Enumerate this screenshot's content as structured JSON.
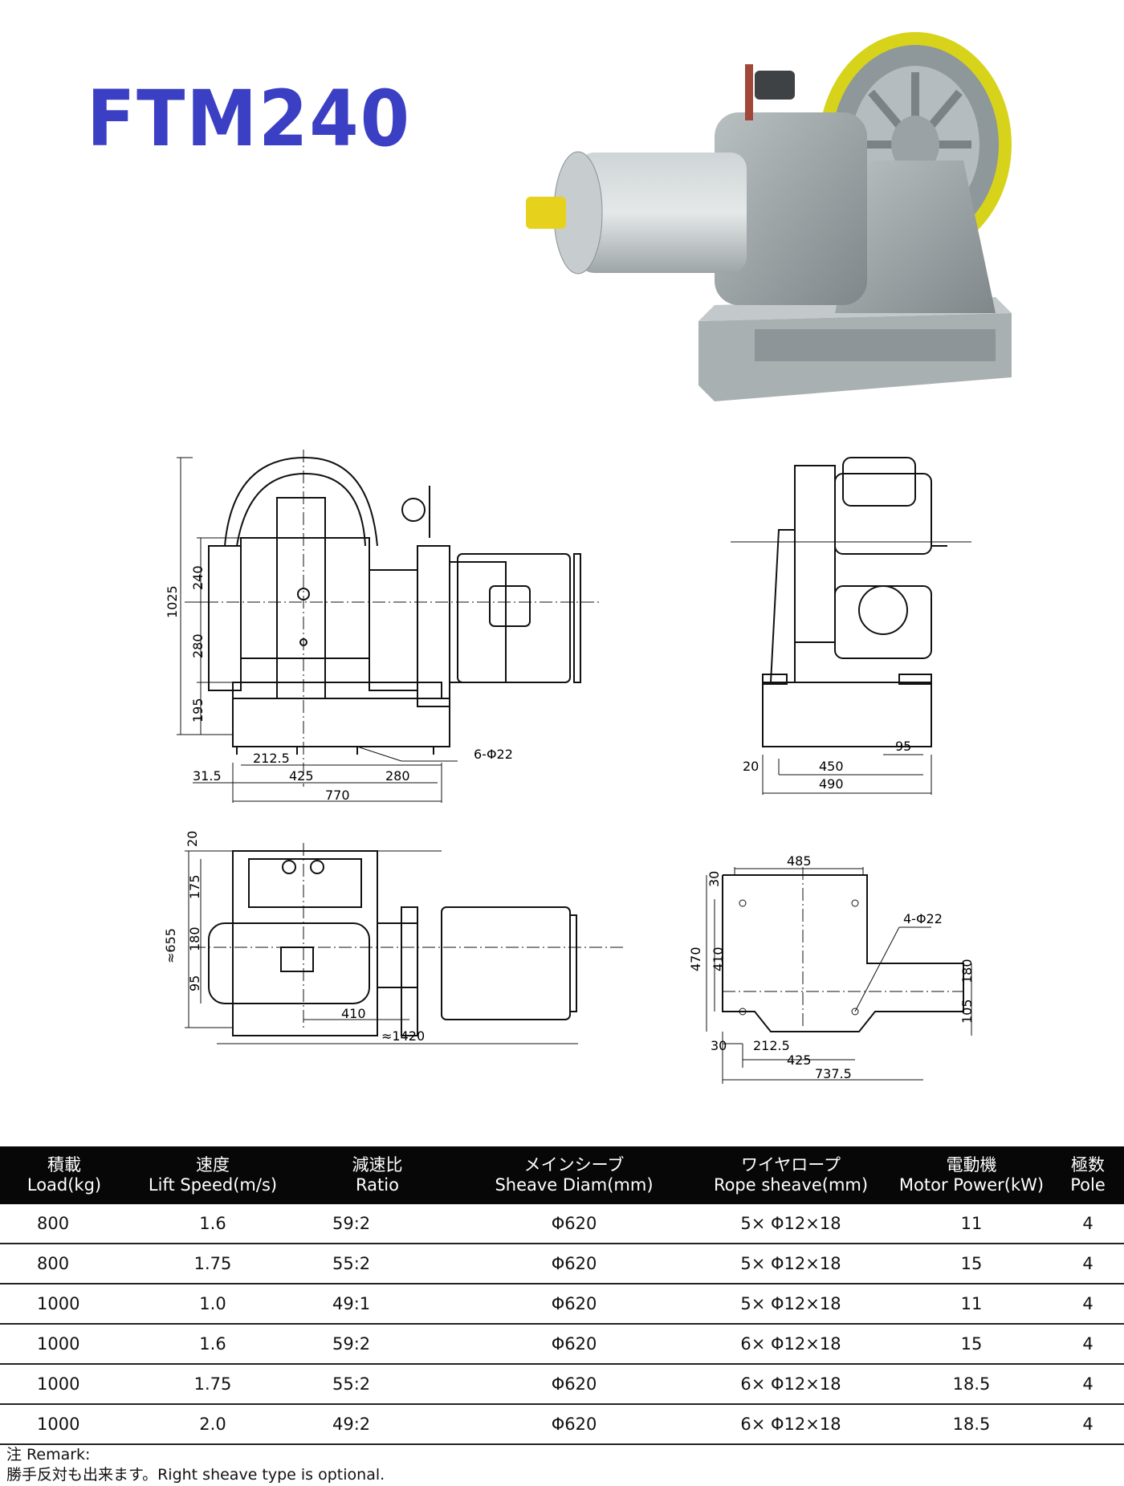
{
  "title": "FTM240",
  "front_view": {
    "height_total": "1025",
    "h1": "240",
    "h2": "280",
    "h3": "195",
    "d1": "212.5",
    "d2": "31.5",
    "d3": "425",
    "d4": "280",
    "d5": "770",
    "holes": "6-Φ22"
  },
  "side_view": {
    "d1": "95",
    "d2": "20",
    "d3": "450",
    "d4": "490"
  },
  "top_view": {
    "v1": "20",
    "v2": "175",
    "v3": "180",
    "v4": "95",
    "total": "≈655",
    "h1": "410",
    "h2": "≈1420"
  },
  "base_view": {
    "top": "485",
    "holes": "4-Φ22",
    "v1": "30",
    "v2": "470",
    "v3": "410",
    "r1": "180",
    "r2": "105",
    "b1": "30",
    "b2": "212.5",
    "b3": "425",
    "b4": "737.5"
  },
  "table": {
    "headers": [
      {
        "jp": "積載",
        "en": "Load(kg)"
      },
      {
        "jp": "速度",
        "en": "Lift Speed(m/s)"
      },
      {
        "jp": "減速比",
        "en": "Ratio"
      },
      {
        "jp": "メインシーブ",
        "en": "Sheave Diam(mm)"
      },
      {
        "jp": "ワイヤロープ",
        "en": "Rope sheave(mm)"
      },
      {
        "jp": "電動機",
        "en": "Motor Power(kW)"
      },
      {
        "jp": "極数",
        "en": "Pole"
      }
    ],
    "rows": [
      [
        "800",
        "1.6",
        "59:2",
        "Φ620",
        "5× Φ12×18",
        "11",
        "4"
      ],
      [
        "800",
        "1.75",
        "55:2",
        "Φ620",
        "5× Φ12×18",
        "15",
        "4"
      ],
      [
        "1000",
        "1.0",
        "49:1",
        "Φ620",
        "5× Φ12×18",
        "11",
        "4"
      ],
      [
        "1000",
        "1.6",
        "59:2",
        "Φ620",
        "6× Φ12×18",
        "15",
        "4"
      ],
      [
        "1000",
        "1.75",
        "55:2",
        "Φ620",
        "6× Φ12×18",
        "18.5",
        "4"
      ],
      [
        "1000",
        "2.0",
        "49:2",
        "Φ620",
        "6× Φ12×18",
        "18.5",
        "4"
      ]
    ]
  },
  "remark": {
    "label": "注 Remark:",
    "text": "勝手反対も出来ます。Right sheave type is optional."
  }
}
